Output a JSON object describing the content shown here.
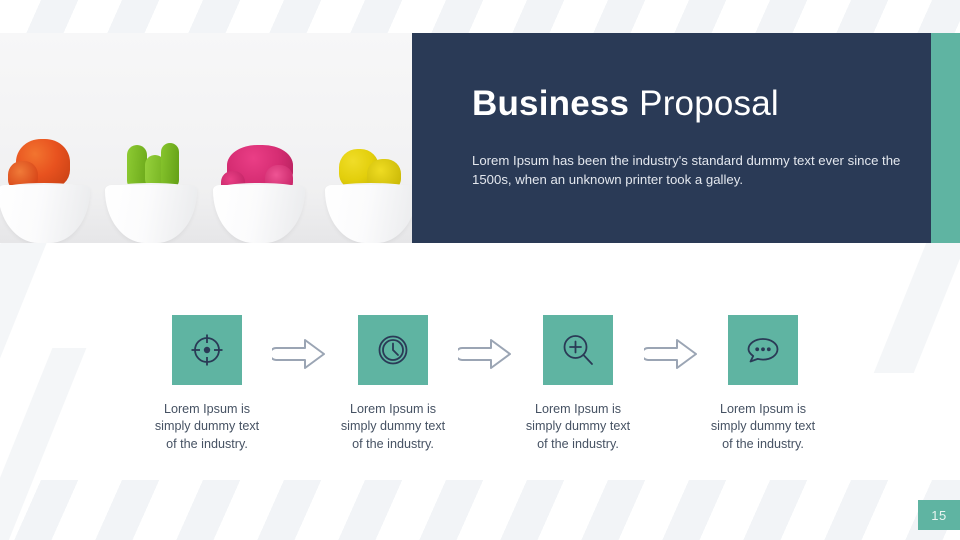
{
  "slide": {
    "page_number": "15",
    "colors": {
      "navy": "#2a3a56",
      "teal": "#5fb4a2",
      "body_text": "#465263",
      "stripe": "#f2f4f7"
    }
  },
  "header": {
    "title_strong": "Business",
    "title_rest": " Proposal",
    "subtitle": "Lorem Ipsum has been the industry's standard dummy text ever since the 1500s, when an unknown printer took a galley.",
    "photo": {
      "alt": "Four colorful cacti in white pots on a light background",
      "plants": [
        {
          "name": "orange-cactus",
          "color": "#e8521f",
          "color_dark": "#c23e12"
        },
        {
          "name": "green-cactus",
          "color": "#7cc024",
          "color_dark": "#5f9a17"
        },
        {
          "name": "pink-cactus",
          "color": "#d62d73",
          "color_dark": "#ae1f59"
        },
        {
          "name": "yellow-cactus",
          "color": "#e3cf0c",
          "color_dark": "#bfae06"
        }
      ]
    }
  },
  "process": {
    "steps": [
      {
        "icon": "target-icon",
        "caption": "Lorem Ipsum is\nsimply dummy text\nof the industry."
      },
      {
        "icon": "clock-icon",
        "caption": "Lorem Ipsum is\nsimply dummy text\nof the industry."
      },
      {
        "icon": "zoom-in-icon",
        "caption": "Lorem Ipsum is\nsimply dummy text\nof the industry."
      },
      {
        "icon": "chat-bubble-icon",
        "caption": "Lorem Ipsum is\nsimply dummy text\nof the industry."
      }
    ],
    "connector": "arrow-right-icon"
  }
}
